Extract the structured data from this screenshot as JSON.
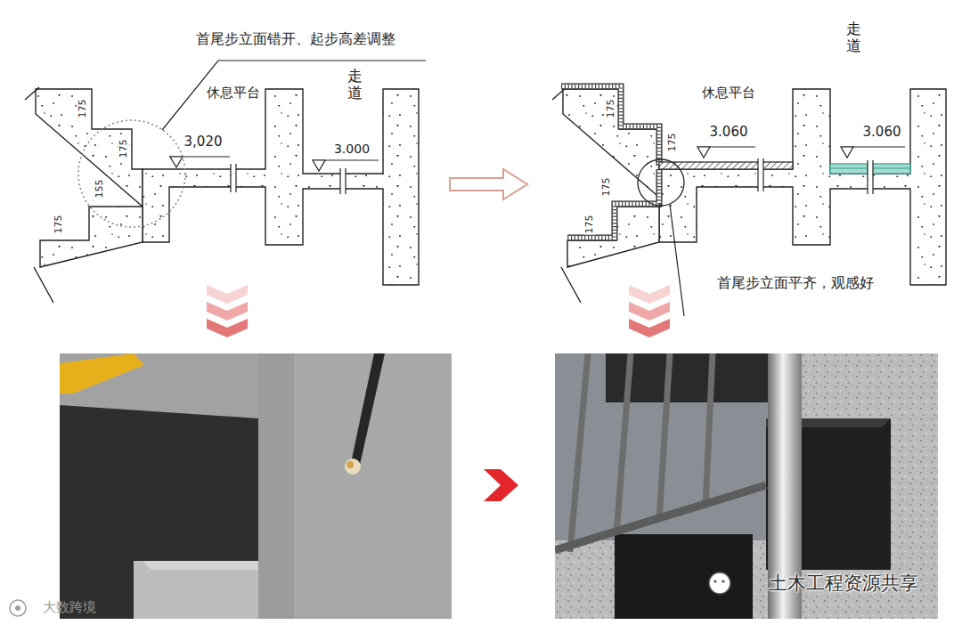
{
  "diagram": {
    "labels": [
      "首尾步立面错开、起步高差调整",
      "175",
      "175",
      "休息平台",
      "3,020",
      "走道",
      "3.000",
      "155",
      "175",
      "休息平台",
      "走道",
      "175",
      "175",
      "3.060",
      "3.060",
      "175",
      "175",
      "首尾步立面平齐，观感好",
      "大数跨境",
      "土木工程资源共享"
    ]
  }
}
